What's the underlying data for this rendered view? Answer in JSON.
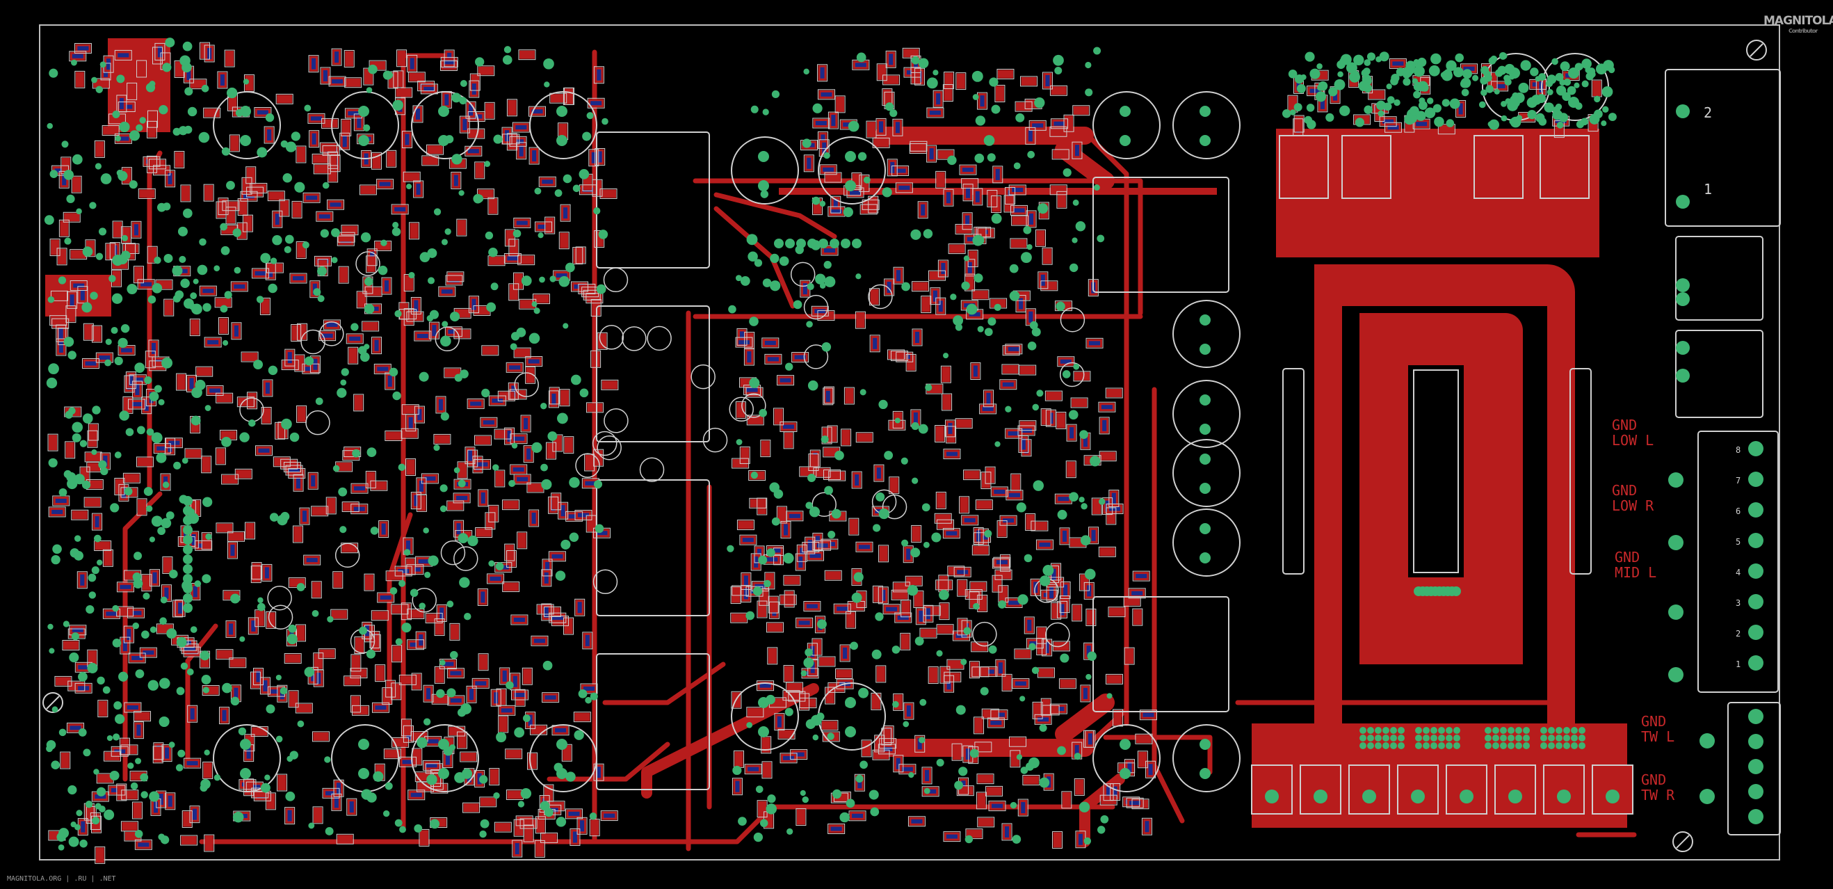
{
  "watermark": {
    "brand": "MAGNITOLA",
    "sub": "Contributor"
  },
  "footer": {
    "url": "MAGNITOLA.ORG | .RU | .NET"
  },
  "connectors": [
    {
      "line1": "GND",
      "line2": "LOW L"
    },
    {
      "line1": "GND",
      "line2": "LOW R"
    },
    {
      "line1": "GND",
      "line2": "MID L"
    },
    {
      "line1": "GND",
      "line2": "TW L"
    },
    {
      "line1": "GND",
      "line2": "TW R"
    }
  ],
  "pin_labels": [
    "8",
    "7",
    "6",
    "5",
    "4",
    "3",
    "2",
    "1"
  ],
  "terminal_labels": [
    "2",
    "1"
  ],
  "colors": {
    "trace": "#b71c1c",
    "pad": "#3cb371",
    "silk": "#d0d0d0",
    "outline": "#bdbdbd",
    "background": "#000000",
    "component": "#1a2a8a"
  }
}
